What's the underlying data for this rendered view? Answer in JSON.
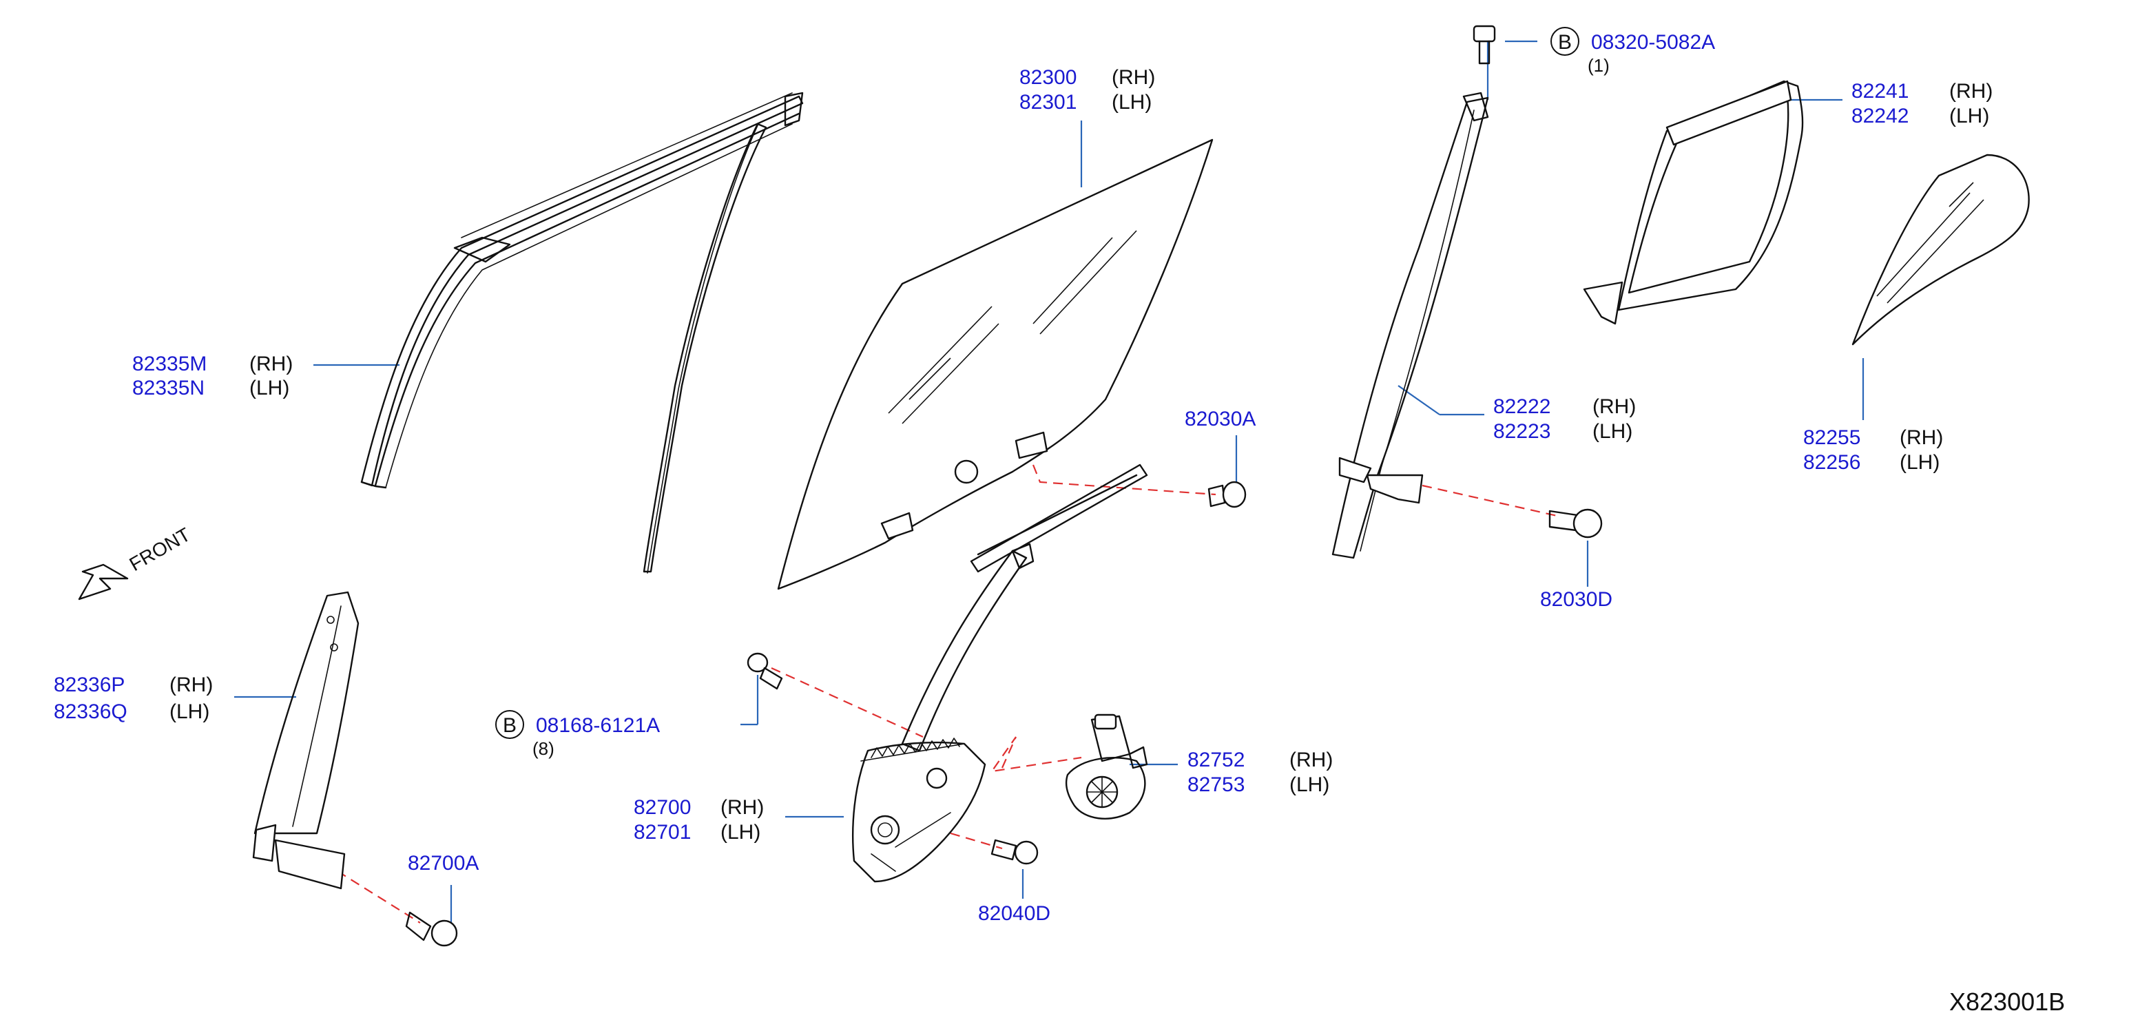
{
  "diagram_id": "X823001B",
  "front_label": "FRONT",
  "labels": {
    "p82335": {
      "num1": "82335M",
      "side1": "(RH)",
      "num2": "82335N",
      "side2": "(LH)"
    },
    "p82300": {
      "num1": "82300",
      "side1": "(RH)",
      "num2": "82301",
      "side2": "(LH)"
    },
    "p82030A": {
      "num1": "82030A"
    },
    "p08320": {
      "badge": "B",
      "num1": "08320-5082A",
      "qty": "(1)"
    },
    "p82222": {
      "num1": "82222",
      "side1": "(RH)",
      "num2": "82223",
      "side2": "(LH)"
    },
    "p82241": {
      "num1": "82241",
      "side1": "(RH)",
      "num2": "82242",
      "side2": "(LH)"
    },
    "p82255": {
      "num1": "82255",
      "side1": "(RH)",
      "num2": "82256",
      "side2": "(LH)"
    },
    "p82030D": {
      "num1": "82030D"
    },
    "p82336": {
      "num1": "82336P",
      "side1": "(RH)",
      "num2": "82336Q",
      "side2": "(LH)"
    },
    "p08168": {
      "badge": "B",
      "num1": "08168-6121A",
      "qty": "(8)"
    },
    "p82700": {
      "num1": "82700",
      "side1": "(RH)",
      "num2": "82701",
      "side2": "(LH)"
    },
    "p82752": {
      "num1": "82752",
      "side1": "(RH)",
      "num2": "82753",
      "side2": "(LH)"
    },
    "p82700A": {
      "num1": "82700A"
    },
    "p82040D": {
      "num1": "82040D"
    }
  }
}
